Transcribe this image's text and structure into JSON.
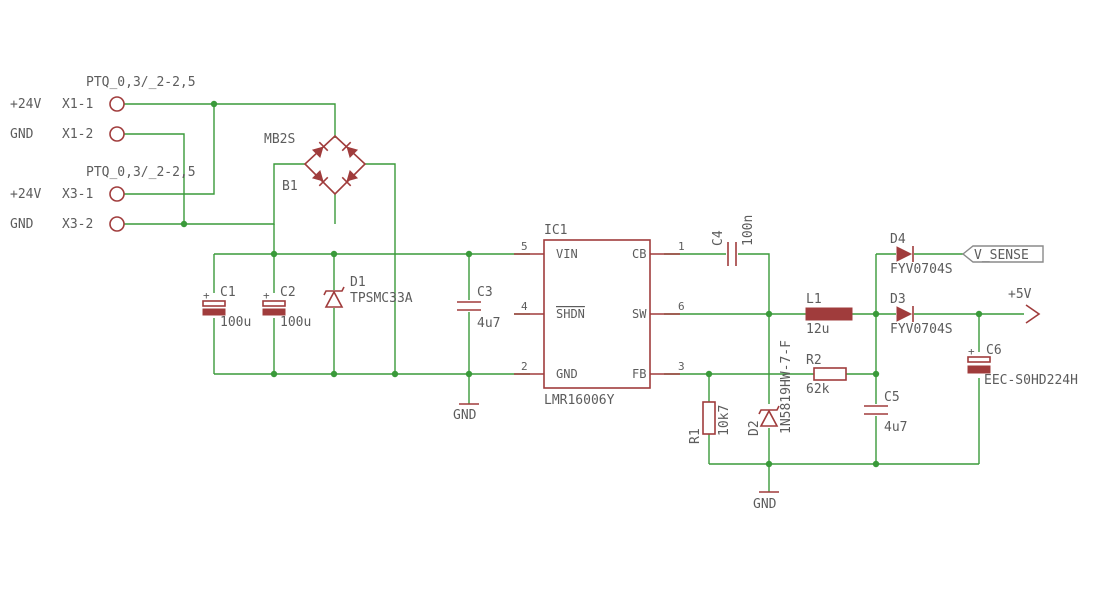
{
  "connectors": {
    "block_a": "PTQ_0,3/_2-2,5",
    "block_b": "PTQ_0,3/_2-2,5",
    "x1_1": {
      "net": "+24V",
      "pin": "X1-1"
    },
    "x1_2": {
      "net": "GND",
      "pin": "X1-2"
    },
    "x3_1": {
      "net": "+24V",
      "pin": "X3-1"
    },
    "x3_2": {
      "net": "GND",
      "pin": "X3-2"
    }
  },
  "bridge": {
    "value": "MB2S",
    "name": "B1"
  },
  "c1": {
    "name": "C1",
    "value": "100u"
  },
  "c2": {
    "name": "C2",
    "value": "100u"
  },
  "d1": {
    "name": "D1",
    "value": "TPSMC33A"
  },
  "c3": {
    "name": "C3",
    "value": "4u7"
  },
  "gnd_left": "GND",
  "ic1": {
    "name": "IC1",
    "value": "LMR16006Y",
    "pins": {
      "vin": "VIN",
      "vin_num": "5",
      "shdn": "SHDN",
      "shdn_num": "4",
      "gnd": "GND",
      "gnd_num": "2",
      "cb": "CB",
      "cb_num": "1",
      "sw": "SW",
      "sw_num": "6",
      "fb": "FB",
      "fb_num": "3"
    }
  },
  "c4": {
    "name": "C4",
    "value": "100n"
  },
  "l1": {
    "name": "L1",
    "value": "12u"
  },
  "r2": {
    "name": "R2",
    "value": "62k"
  },
  "r1": {
    "name": "R1",
    "value": "10k7"
  },
  "d2": {
    "name": "D2",
    "value": "1N5819HW-7-F"
  },
  "c5": {
    "name": "C5",
    "value": "4u7"
  },
  "d4": {
    "name": "D4",
    "value": "FYV0704S"
  },
  "d3": {
    "name": "D3",
    "value": "FYV0704S"
  },
  "c6": {
    "name": "C6",
    "value": "EEC-S0HD224H"
  },
  "v_sense": "V_SENSE",
  "plus5v": "+5V",
  "gnd_right": "GND",
  "colors": {
    "wire": "#3a9a3a",
    "part": "#a03c3c",
    "text": "#5c5c5c"
  }
}
